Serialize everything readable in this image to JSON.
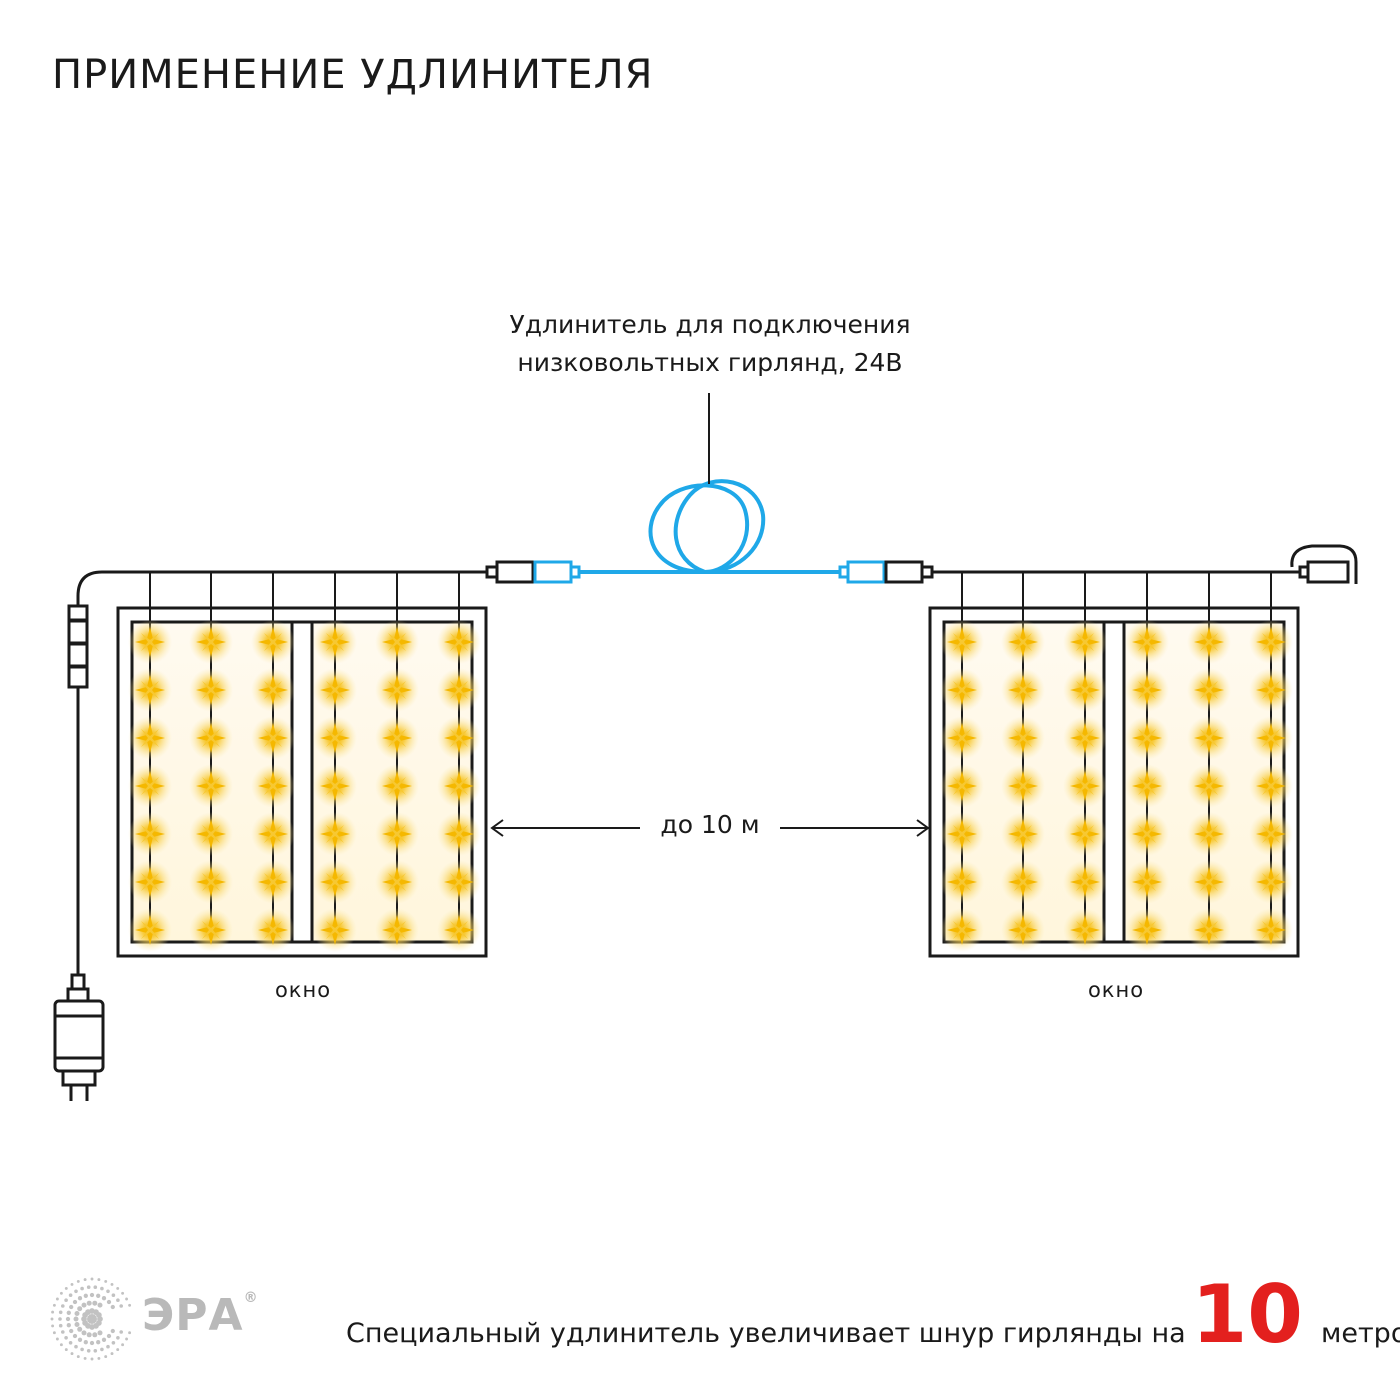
{
  "title": "ПРИМЕНЕНИЕ УДЛИНИТЕЛЯ",
  "callout": {
    "line1": "Удлинитель для подключения",
    "line2": "низковольтных гирлянд, 24В"
  },
  "distance_label": "до 10 м",
  "windows": [
    {
      "label": "окно"
    },
    {
      "label": "окно"
    }
  ],
  "logo": {
    "text": "ЭРА",
    "mark": "®"
  },
  "footer": {
    "text_before": "Специальный удлинитель увеличивает шнур гирлянды на",
    "highlight": "10",
    "text_after": "метров"
  },
  "colors": {
    "line": "#1a1a1a",
    "extension_cable": "#1fa8e8",
    "light": "#f7c832",
    "accent": "#e3201e",
    "logo_gray": "#b9b9b9"
  },
  "icons": [
    "power-plug-icon",
    "coil-icon",
    "connector-icon",
    "end-cap-icon",
    "led-star-icon",
    "era-logo-icon"
  ]
}
